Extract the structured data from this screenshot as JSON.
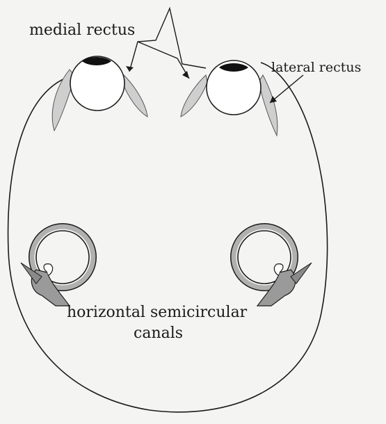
{
  "labels": {
    "medial_rectus": "medial rectus",
    "lateral_rectus": "lateral rectus",
    "canals_line1": "horizontal semicircular",
    "canals_line2": "canals"
  },
  "colors": {
    "background": "#f4f4f2",
    "line": "#1a1a1a",
    "muscle_fill": "#cfcfcf",
    "canal_fill": "#bdbdbd",
    "pupil": "#111111"
  }
}
